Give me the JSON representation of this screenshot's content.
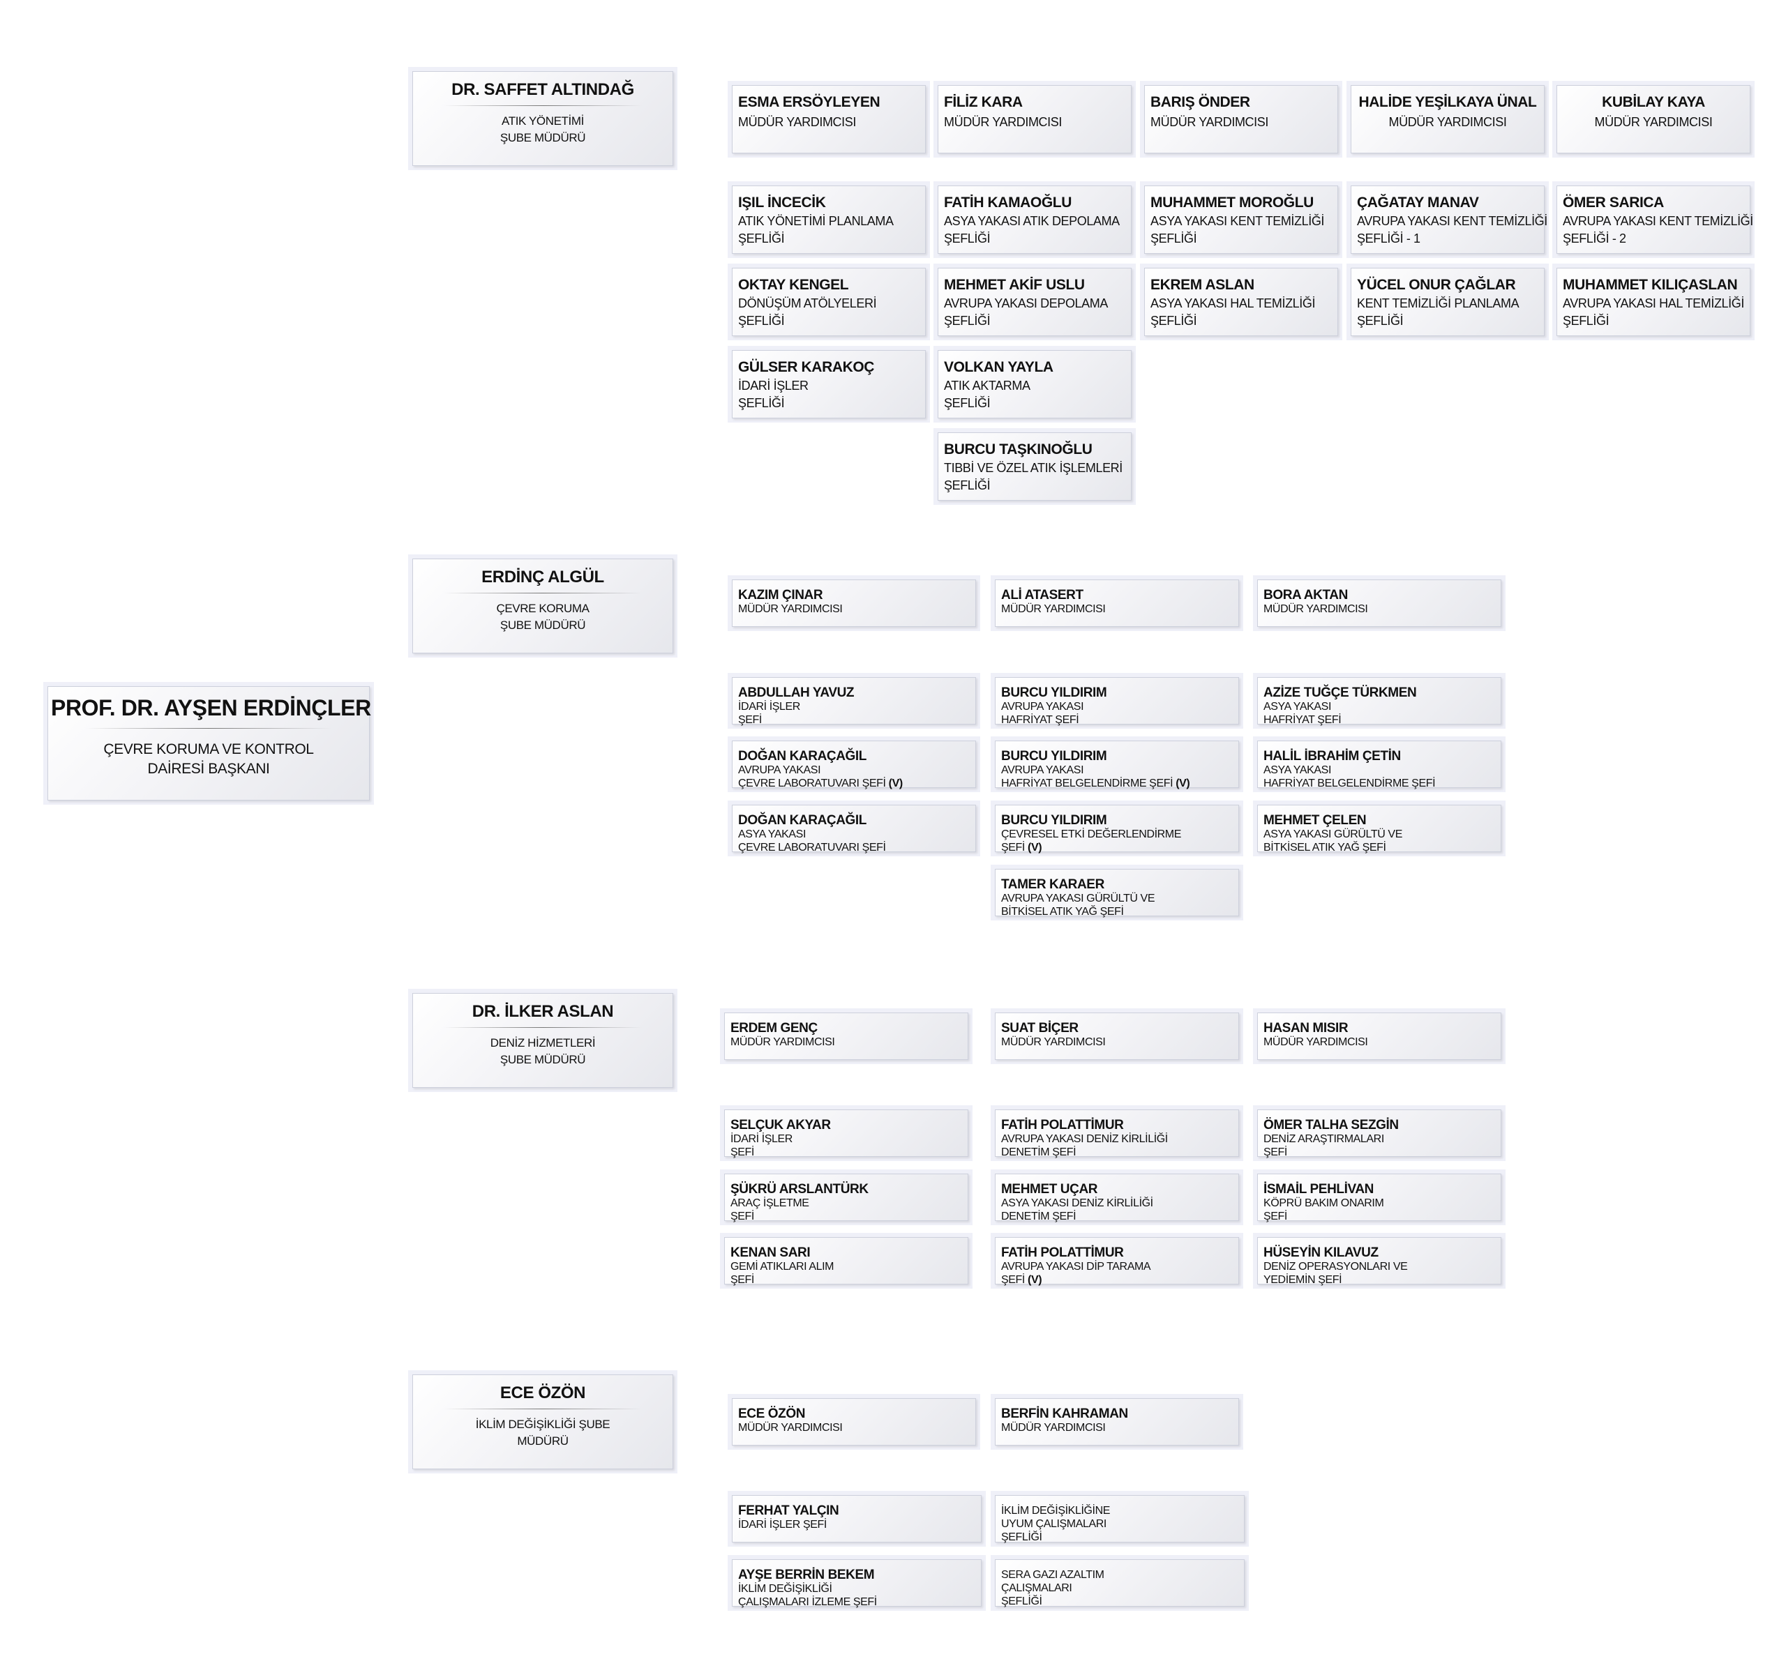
{
  "head": {
    "name": "PROF. DR. AYŞEN ERDİNÇLER",
    "lines": [
      "ÇEVRE KORUMA VE KONTROL",
      "DAİRESİ BAŞKANI"
    ]
  },
  "branches": [
    {
      "name": "DR. SAFFET ALTINDAĞ",
      "lines": [
        "ATIK YÖNETİMİ",
        "ŞUBE MÜDÜRÜ"
      ]
    },
    {
      "name": "ERDİNÇ ALGÜL",
      "lines": [
        "ÇEVRE KORUMA",
        "ŞUBE MÜDÜRÜ"
      ]
    },
    {
      "name": "DR. İLKER ASLAN",
      "lines": [
        "DENİZ HİZMETLERİ",
        "ŞUBE MÜDÜRÜ"
      ]
    },
    {
      "name": "ECE ÖZÖN",
      "lines": [
        "İKLİM DEĞİŞİKLİĞİ ŞUBE",
        "MÜDÜRÜ"
      ]
    }
  ],
  "deputies": [
    {
      "name": "ESMA ERSÖYLEYEN",
      "lines": [
        "MÜDÜR YARDIMCISI"
      ]
    },
    {
      "name": "FİLİZ KARA",
      "lines": [
        "MÜDÜR YARDIMCISI"
      ]
    },
    {
      "name": "BARIŞ ÖNDER",
      "lines": [
        "MÜDÜR YARDIMCISI"
      ]
    },
    {
      "name": "HALİDE YEŞİLKAYA ÜNAL",
      "lines": [
        "MÜDÜR YARDIMCISI"
      ]
    },
    {
      "name": "KUBİLAY KAYA",
      "lines": [
        "MÜDÜR YARDIMCISI"
      ]
    }
  ],
  "waste_units": [
    {
      "name": "IŞIL İNCECİK",
      "lines": [
        "ATIK YÖNETİMİ PLANLAMA",
        "ŞEFLİĞİ"
      ]
    },
    {
      "name": "FATİH KAMAOĞLU",
      "lines": [
        "ASYA YAKASI ATIK DEPOLAMA",
        "ŞEFLİĞİ"
      ]
    },
    {
      "name": "MUHAMMET MOROĞLU",
      "lines": [
        "ASYA YAKASI KENT TEMİZLİĞİ",
        "ŞEFLİĞİ"
      ]
    },
    {
      "name": "ÇAĞATAY MANAV",
      "lines": [
        "AVRUPA YAKASI KENT TEMİZLİĞİ",
        "ŞEFLİĞİ - 1"
      ]
    },
    {
      "name": "ÖMER SARICA",
      "lines": [
        "AVRUPA YAKASI KENT TEMİZLİĞİ",
        "ŞEFLİĞİ - 2"
      ]
    },
    {
      "name": "OKTAY KENGEL",
      "lines": [
        "DÖNÜŞÜM ATÖLYELERİ",
        "ŞEFLİĞİ"
      ]
    },
    {
      "name": "MEHMET AKİF USLU",
      "lines": [
        "AVRUPA YAKASI DEPOLAMA",
        "ŞEFLİĞİ"
      ]
    },
    {
      "name": "EKREM ASLAN",
      "lines": [
        "ASYA YAKASI HAL TEMİZLİĞİ",
        "ŞEFLİĞİ"
      ]
    },
    {
      "name": "YÜCEL ONUR ÇAĞLAR",
      "lines": [
        "KENT TEMİZLİĞİ PLANLAMA",
        "ŞEFLİĞİ"
      ]
    },
    {
      "name": "MUHAMMET KILIÇASLAN",
      "lines": [
        "AVRUPA YAKASI HAL TEMİZLİĞİ",
        "ŞEFLİĞİ"
      ]
    },
    {
      "name": "GÜLSER KARAKOÇ",
      "lines": [
        "İDARİ İŞLER",
        "ŞEFLİĞİ"
      ]
    },
    {
      "name": "VOLKAN YAYLA",
      "lines": [
        "ATIK AKTARMA",
        "ŞEFLİĞİ"
      ]
    },
    {
      "name": "BURCU TAŞKINOĞLU",
      "lines": [
        "TIBBİ VE ÖZEL ATIK İŞLEMLERİ",
        "ŞEFLİĞİ"
      ]
    }
  ],
  "env_deputies": [
    {
      "name": "KAZIM ÇINAR",
      "lines": [
        "MÜDÜR YARDIMCISI"
      ]
    },
    {
      "name": "ALİ ATASERT",
      "lines": [
        "MÜDÜR YARDIMCISI"
      ]
    },
    {
      "name": "BORA AKTAN",
      "lines": [
        "MÜDÜR YARDIMCISI"
      ]
    }
  ],
  "env_units": [
    {
      "name": "ABDULLAH YAVUZ",
      "lines": [
        "İDARİ İŞLER",
        "ŞEFİ"
      ]
    },
    {
      "name": "BURCU YILDIRIM",
      "lines": [
        "AVRUPA YAKASI",
        "HAFRİYAT ŞEFİ"
      ]
    },
    {
      "name": "AZİZE TUĞÇE TÜRKMEN",
      "lines": [
        "ASYA YAKASI",
        "HAFRİYAT ŞEFİ"
      ]
    },
    {
      "name": "DOĞAN KARAÇAĞIL",
      "lines": [
        "AVRUPA YAKASI",
        "ÇEVRE LABORATUVARI ŞEFİ"
      ],
      "suffix": " (V)"
    },
    {
      "name": "BURCU YILDIRIM",
      "lines": [
        "AVRUPA YAKASI",
        "HAFRİYAT BELGELENDİRME ŞEFİ"
      ],
      "suffix": " (V)"
    },
    {
      "name": "HALİL İBRAHİM ÇETİN",
      "lines": [
        "ASYA YAKASI",
        "HAFRİYAT BELGELENDİRME ŞEFİ"
      ]
    },
    {
      "name": "DOĞAN KARAÇAĞIL",
      "lines": [
        "ASYA YAKASI",
        "ÇEVRE LABORATUVARI ŞEFİ"
      ]
    },
    {
      "name": "BURCU YILDIRIM",
      "lines": [
        "ÇEVRESEL ETKİ DEĞERLENDİRME",
        "ŞEFİ"
      ],
      "suffix": " (V)"
    },
    {
      "name": "MEHMET ÇELEN",
      "lines": [
        "ASYA YAKASI GÜRÜLTÜ VE",
        "BİTKİSEL ATIK YAĞ ŞEFİ"
      ]
    },
    {
      "name": "TAMER KARAER",
      "lines": [
        "AVRUPA YAKASI GÜRÜLTÜ VE",
        "BİTKİSEL ATIK YAĞ ŞEFİ"
      ]
    }
  ],
  "sea_deputies": [
    {
      "name": "ERDEM GENÇ",
      "lines": [
        "MÜDÜR YARDIMCISI"
      ]
    },
    {
      "name": "SUAT BİÇER",
      "lines": [
        "MÜDÜR YARDIMCISI"
      ]
    },
    {
      "name": "HASAN MISIR",
      "lines": [
        "MÜDÜR YARDIMCISI"
      ]
    }
  ],
  "sea_units": [
    {
      "name": "SELÇUK AKYAR",
      "lines": [
        "İDARİ İŞLER",
        "ŞEFİ"
      ]
    },
    {
      "name": "FATİH POLATTİMUR",
      "lines": [
        "AVRUPA YAKASI DENİZ KİRLİLİĞİ",
        "DENETİM ŞEFİ"
      ]
    },
    {
      "name": "ÖMER TALHA SEZGİN",
      "lines": [
        "DENİZ ARAŞTIRMALARI",
        "ŞEFİ"
      ]
    },
    {
      "name": "ŞÜKRÜ ARSLANTÜRK",
      "lines": [
        "ARAÇ İŞLETME",
        "ŞEFİ"
      ]
    },
    {
      "name": "MEHMET UÇAR",
      "lines": [
        "ASYA YAKASI DENİZ KİRLİLİĞİ",
        "DENETİM ŞEFİ"
      ]
    },
    {
      "name": "İSMAİL PEHLİVAN",
      "lines": [
        "KÖPRÜ BAKIM ONARIM",
        "ŞEFİ"
      ]
    },
    {
      "name": "KENAN SARI",
      "lines": [
        "GEMİ ATIKLARI ALIM",
        "ŞEFİ"
      ]
    },
    {
      "name": "FATİH POLATTİMUR",
      "lines": [
        "AVRUPA YAKASI DİP TARAMA",
        "ŞEFİ"
      ],
      "suffix": " (V)"
    },
    {
      "name": "HÜSEYİN KILAVUZ",
      "lines": [
        "DENİZ OPERASYONLARI VE",
        "YEDİEMİN ŞEFİ"
      ]
    }
  ],
  "climate_deputies": [
    {
      "name": "ECE ÖZÖN",
      "lines": [
        "MÜDÜR YARDIMCISI"
      ]
    },
    {
      "name": "BERFİN KAHRAMAN",
      "lines": [
        "MÜDÜR YARDIMCISI"
      ]
    }
  ],
  "climate_units": [
    {
      "name": "FERHAT YALÇIN",
      "lines": [
        "İDARİ İŞLER ŞEFİ"
      ]
    },
    {
      "name": "",
      "lines": [
        "İKLİM DEĞİŞİKLİĞİNE",
        "UYUM ÇALIŞMALARI",
        "ŞEFLİĞİ"
      ]
    },
    {
      "name": "AYŞE BERRİN BEKEM",
      "lines": [
        "İKLİM DEĞİŞİKLİĞİ",
        "ÇALIŞMALARI İZLEME ŞEFİ"
      ]
    },
    {
      "name": "",
      "lines": [
        "SERA GAZI AZALTIM",
        "ÇALIŞMALARI",
        "ŞEFLİĞİ"
      ]
    }
  ]
}
